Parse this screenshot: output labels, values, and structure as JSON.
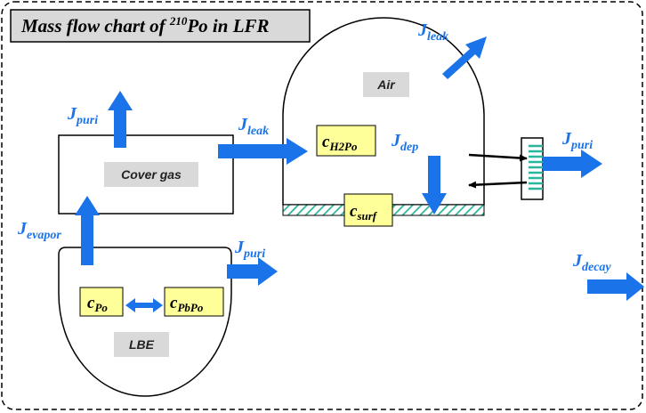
{
  "title": {
    "prefix": "Mass flow chart of ",
    "sup": "210",
    "suffix": "Po in LFR"
  },
  "labels": {
    "cover_gas": "Cover gas",
    "air": "Air",
    "lbe": "LBE"
  },
  "flux": {
    "J": "J",
    "puri": "puri",
    "leak": "leak",
    "evapor": "evapor",
    "dep": "dep",
    "decay": "decay"
  },
  "concentrations": {
    "c": "c",
    "po": "Po",
    "pbpo": "PbPo",
    "h2po": "H2Po",
    "surf": "surf"
  },
  "colors": {
    "arrow_blue": "#1a73e8",
    "conc_box": "#ffff99",
    "label_box": "#d9d9d9",
    "hatch": "#2bb59a"
  }
}
